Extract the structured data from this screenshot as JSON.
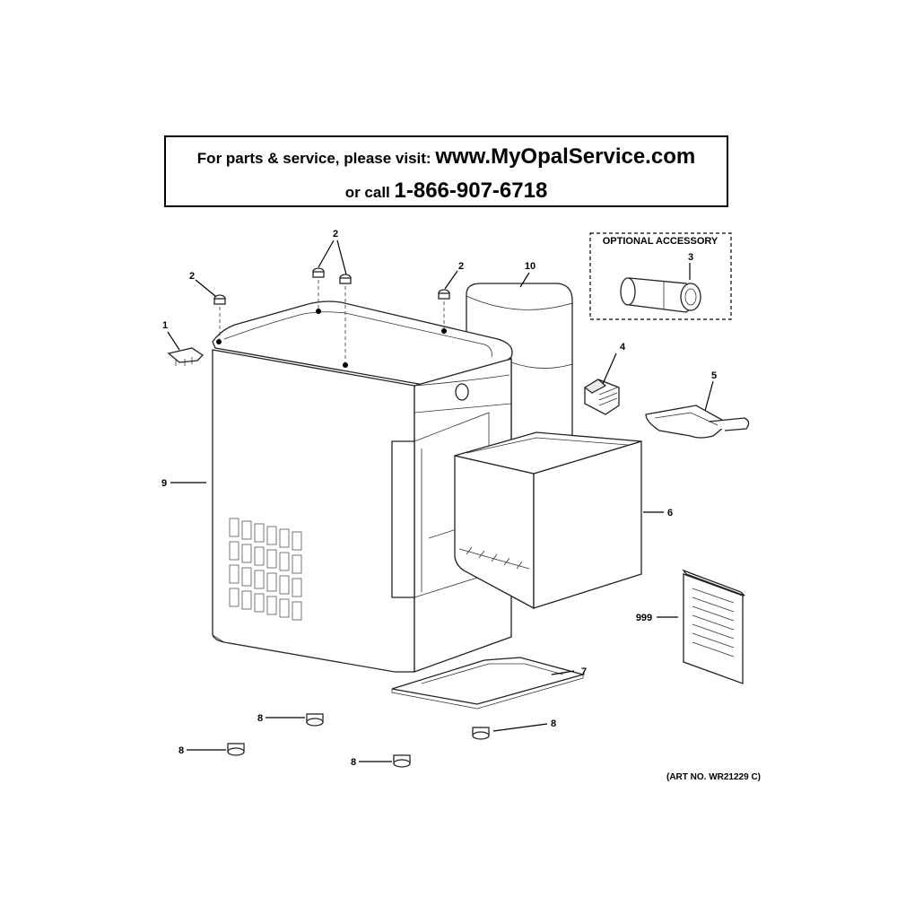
{
  "header": {
    "line1_prefix": "For parts & service, please visit: ",
    "line1_url": "www.MyOpalService.com",
    "line2_prefix": "or call ",
    "line2_phone": "1-866-907-6718"
  },
  "optional_accessory": {
    "title": "OPTIONAL ACCESSORY",
    "part_label": "3"
  },
  "callouts": {
    "c1": "1",
    "c2a": "2",
    "c2b": "2",
    "c2c": "2",
    "c4": "4",
    "c5": "5",
    "c6": "6",
    "c7": "7",
    "c8a": "8",
    "c8b": "8",
    "c8c": "8",
    "c8d": "8",
    "c9": "9",
    "c10": "10",
    "c999": "999"
  },
  "art_number": "(ART NO. WR21229 C)"
}
